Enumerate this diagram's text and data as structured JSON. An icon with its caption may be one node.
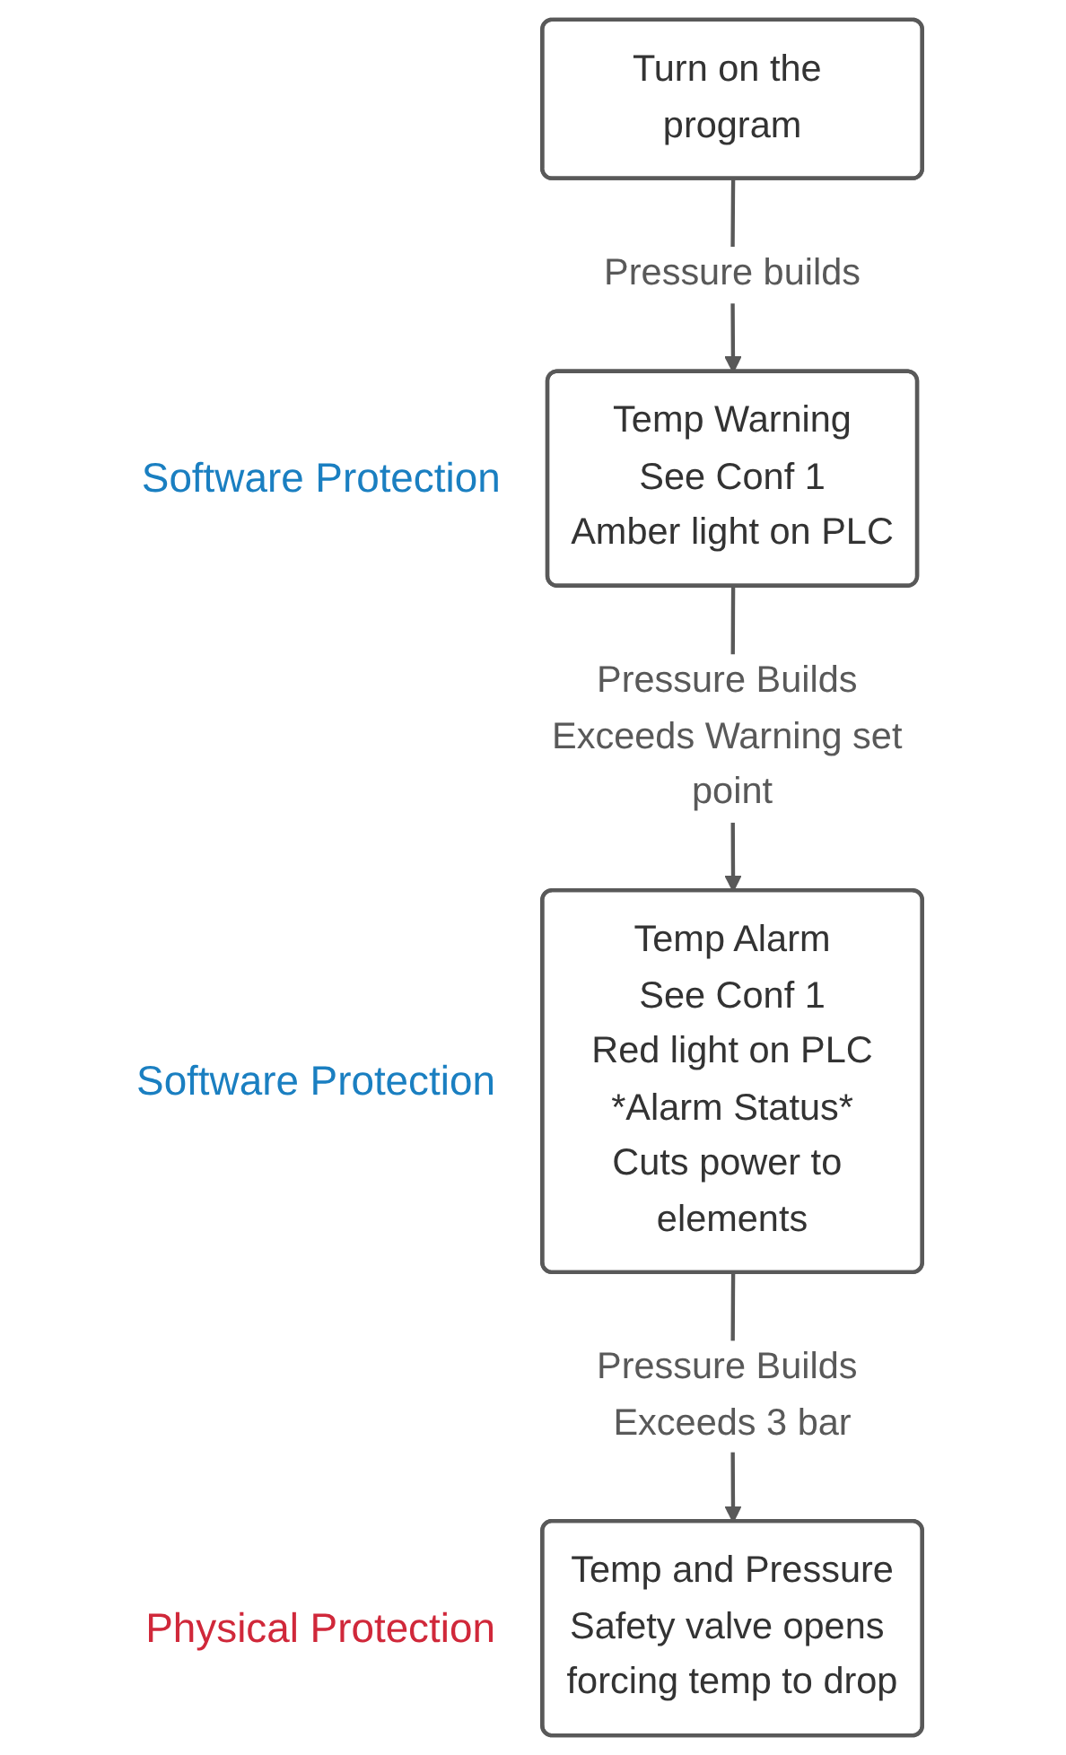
{
  "diagram": {
    "nodes": [
      {
        "text": [
          "Turn on the program"
        ]
      },
      {
        "text": [
          "Temp Warning",
          "See Conf 1",
          "Amber light on PLC"
        ],
        "beside": [
          "Software Protection"
        ]
      },
      {
        "text": [
          "Temp Alarm",
          "See Conf 1",
          "Red light on PLC",
          "*Alarm Status*",
          "Cuts power to elements"
        ],
        "beside": [
          "Software Protection"
        ]
      },
      {
        "text": [
          "Temp and Pressure",
          "Safety valve opens forcing temp to drop"
        ],
        "beside": [
          "Physical Protection"
        ]
      }
    ],
    "edges": [
      {
        "from": 0,
        "to": 1,
        "arrow": "to",
        "label": "Pressure builds"
      },
      {
        "from": 1,
        "to": 2,
        "arrow": "to",
        "label": "Pressure Builds Exceeds Warning set point"
      },
      {
        "from": 2,
        "to": 3,
        "arrow": "to",
        "label": "Pressure Builds Exceeds 3 bar"
      }
    ]
  }
}
